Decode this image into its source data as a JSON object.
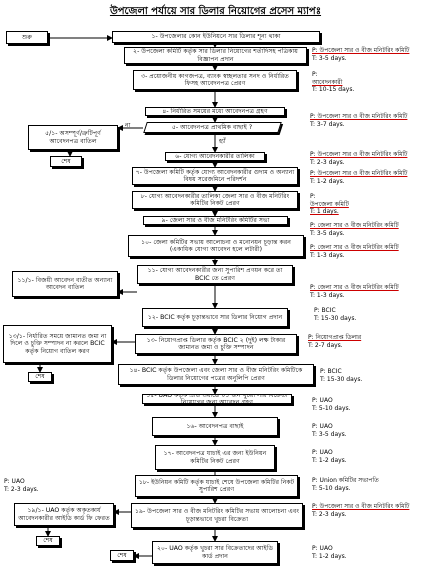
{
  "title": "উপজেলা পর্যায়ে সার ডিলার নিয়োগের প্রসেস ম্যাপঃ",
  "start": "শুরু",
  "steps": {
    "s1": "১- উপজেলার কোন ইউনিয়নে সার ডিলার শূন্য থাকা",
    "s2": "২- উপজেলা কমিটি কর্তৃক সার ডিলার নিয়োগের শর্তাদিসহ পত্রিকায় বিজ্ঞাপন প্রদান",
    "s3": "৩- প্রয়োজনীয় কাগজপত্র, ব্যাংক স্বচ্ছলতার সনদ ও নির্ধারিত ফিসহ আবেদনপত্র প্রেরণ",
    "s4": "৪- নির্ধারিত সময়ের মধ্যে আবেদনপত্র গ্রহণ",
    "s5": "৫- আবেদনপত্র প্রাথমিক বাছাই ?",
    "s51": "৫/১- অসম্পূর্ণ/ত্রুটিপূর্ণ আবেদনপত্র বাতিল",
    "s6": "৬- যোগ্য আবেদনকারীর তালিকা",
    "s7": "৭- উপজেলা কমিটি কর্তৃক যোগ্য আবেদনকারীর গুদাম ও অন্যান্য বিষয় সরেজমিনে পরিদর্শন",
    "s8": "৮- যোগ্য আবেদনকারীর তালিকা জেলা সার ও বীজ মনিটরিং কমিটির নিকট প্রেরণ",
    "s9": "৯- জেলা সার ও বীজ মনিটরিং কমিটির সভা",
    "s10": "১০- জেলা কমিটির সভায় আলোচনা ও মনোনয়ন চূড়ান্ত করন (একাধিক যোগ্য আবেদন হলে লটারী)",
    "s11": "১১- যোগ্য আবেদনকারীর জন্য সুপারিশ প্রণয়ন করে তা BCIC তে প্রেরণ",
    "s111": "১১/১- বিজয়ী আবেদন ব্যতীত অন্যান্য আবেদন বাতিল",
    "s12": "১২- BCIC কর্তৃক চূড়ান্তভাবে সার ডিলার নিয়োগ প্রদান",
    "s13": "১৩- নিয়োগপ্রাপ্ত ডিলার কর্তৃক BCIC ২ (দুই) লক্ষ টাকার জামানত জমা ও চুক্তি সম্পাদন",
    "s131": "১৩/১- নির্ধারিত সময়ে জামানত জমা না দিলে ও চুক্তি সম্পাদন না করলে BCIC কর্তৃক নিয়োগ বাতিল করণ",
    "s14": "১৪- BCIC কর্তৃক উপজেলা এবং জেলা সার ও বীজ মনিটরিং কমিটিকে ডিলার নিয়োগের পত্রের অনুলিপি প্রেরণ",
    "s15": "১৫- UAO কর্তৃক প্রতি ওয়ার্ডে ০১ জন খুচরা সার বিক্রেতা নিয়োগের জন্য আবেদন গ্রহণ",
    "s16": "১৬- আবেদনপত্র বাছাই",
    "s17": "১৭- আবেদনপত্র যাচাই এর জন্য ইউনিয়ন কমিটির নিকট প্রেরণ",
    "s18": "১৮- ইউনিয়ন কমিটি কর্তৃক যাচাই শেষে উপজেলা কমিটির নিকট সুপারিশ প্রেরণ",
    "s19": "১৯- উপজেলা সার ও বীজ মনিটরিং কমিটির সভায় আলোচনা এবং চূড়ান্তভাবে খুচরা বিক্রেতা",
    "s191": "১৯/১- UAO কর্তৃক অকৃতকার্য আবেদনকারীর আইডি কার্ড ফি ফেরত",
    "s20": "২০- UAO কর্তৃক খুচরা সার বিক্রেতাদের আইডি কার্ড প্রদান"
  },
  "end_label": "শেষ",
  "yes_label": "হ্যাঁ",
  "no_label": "না",
  "notes": {
    "n2": [
      "P: উপজেলা সার ও বীজ মনিটরিং কমিটি",
      "T: 3-5 days."
    ],
    "n3": [
      "P:",
      "আবেদনকারী",
      "T: 10-15 days."
    ],
    "n5": [
      "P: উপজেলা সার ও বীজ মনিটরিং কমিটি",
      "T: 3-7 days."
    ],
    "n6": [
      "P: উপজেলা সার ও বীজ মনিটরিং কমিটি",
      "T: 2-3 days."
    ],
    "n7": [
      "P: উপজেলা সার ও বীজ মনিটরিং কমিটি",
      "T: 1-2 days."
    ],
    "n8": [
      "P:",
      "উপজেলা কমিটি",
      "T: 1 days."
    ],
    "n9": [
      "P: জেলা সার ও বীজ মনিটরিং কমিটি",
      "T: 3-5 days."
    ],
    "n10": [
      "P: জেলা সার ও বীজ মনিটরিং কমিটি",
      "T: 1-3 days."
    ],
    "n11": [
      "P: জেলা সার ও বীজ মনিটরিং কমিটি",
      "T: 1-3 days."
    ],
    "n12": [
      "P: BCIC",
      "T: 15-30 days."
    ],
    "n13": [
      "P: নিয়োগপ্রাপ্ত ডিলার",
      "T: 2-7 days."
    ],
    "n14": [
      "P: BCIC",
      "T: 15-30 days."
    ],
    "n15": [
      "P: UAO",
      "T: 5-10 days."
    ],
    "n16": [
      "P: UAO",
      "T: 3-5 days."
    ],
    "n17": [
      "P: UAO",
      "T: 1-2 days."
    ],
    "n18": [
      "P: Union কমিটির সভাপতি",
      "T: 5-10 days."
    ],
    "n19": [
      "P: উপজেলা সার ও বীজ মনিটরিং কমিটি",
      "T: 2-3 days."
    ],
    "n191": [
      "P: UAO",
      "T: 2-3 days."
    ],
    "n20": [
      "P: UAO",
      "T: 1-2 days."
    ]
  }
}
